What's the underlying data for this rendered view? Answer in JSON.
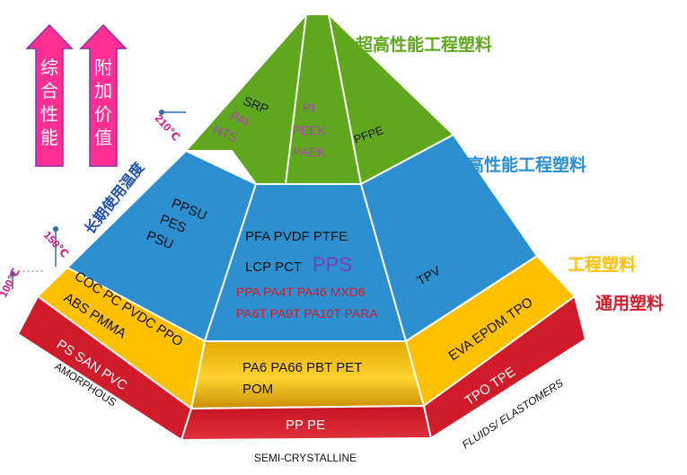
{
  "tiers": {
    "super": {
      "label": "超高性能工程塑料",
      "color": "#5fa81e"
    },
    "high": {
      "label": "高性能工程塑料",
      "color": "#2b8fd0"
    },
    "engineering": {
      "label": "工程塑料",
      "color": "#ffc000"
    },
    "general": {
      "label": "通用塑料",
      "color": "#d21b2a"
    }
  },
  "arrows": {
    "left": {
      "chars": [
        "综",
        "合",
        "性",
        "能"
      ],
      "color": "#ff2f93"
    },
    "right": {
      "chars": [
        "附",
        "加",
        "价",
        "值"
      ],
      "color": "#ff2f93"
    }
  },
  "temperature": {
    "label": "长期使用温度",
    "t210": "210℃",
    "t150": "150℃",
    "t100": "100℃"
  },
  "apex": {
    "left": [
      "SRP",
      "PAI",
      "HTS"
    ],
    "center": [
      "PI",
      "PEEK",
      "PAEK"
    ],
    "right": "PFPE"
  },
  "high_left": [
    "PPSU",
    "PES",
    "PSU"
  ],
  "high_center": {
    "line1": "PFA PVDF PTFE",
    "line2_prefix": "LCP PCT",
    "line2_big": "PPS",
    "line3": "PPA PA4T PA46 MXD6",
    "line4": "PA6T PA9T PA10T PARA"
  },
  "high_right": "TPV",
  "eng_left": [
    "COC PC PVDC PPO",
    "ABS PMMA"
  ],
  "eng_center": [
    "PA6 PA66  PBT PET",
    "POM"
  ],
  "eng_right": "EVA EPDM TPO",
  "gen_left": "PS SAN PVC",
  "gen_center": "PP PE",
  "gen_right": "TPO TPE",
  "footer": {
    "left": "AMORPHOUS",
    "center": "SEMI-CRYSTALLINE",
    "right": "FLUIDS/ ELASTOMERS"
  }
}
